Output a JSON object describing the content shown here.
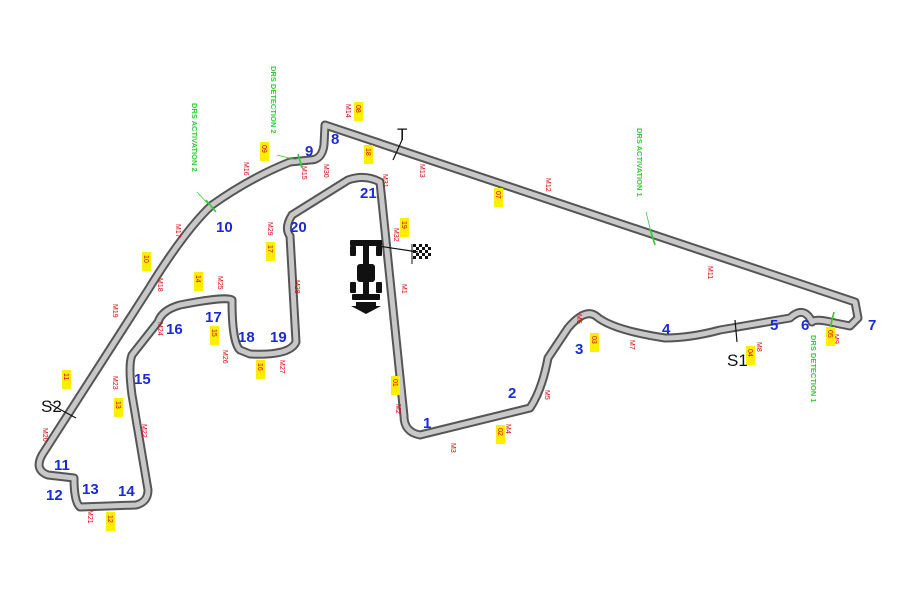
{
  "track": {
    "outer_color": "#555555",
    "inner_color": "#c8c8c8"
  },
  "colors": {
    "turn": "#1a2ad6",
    "marker": "#d40000",
    "box": "#ffee00",
    "drs": "#33cc33"
  },
  "turns": [
    "1",
    "2",
    "3",
    "4",
    "5",
    "6",
    "7",
    "8",
    "9",
    "10",
    "11",
    "12",
    "13",
    "14",
    "15",
    "16",
    "17",
    "18",
    "19",
    "20",
    "21"
  ],
  "markers": [
    "M1",
    "M2",
    "M3",
    "M4",
    "M5",
    "M6",
    "M7",
    "M8",
    "M9",
    "M11",
    "M12",
    "M13",
    "M14",
    "M15",
    "M16",
    "M17",
    "M18",
    "M19",
    "M20",
    "M21",
    "M22",
    "M23",
    "M24",
    "M25",
    "M26",
    "M27",
    "M28",
    "M29",
    "M30",
    "M31",
    "M32"
  ],
  "boxes": [
    "01",
    "02",
    "03",
    "04",
    "05",
    "07",
    "08",
    "09",
    "10",
    "11",
    "12",
    "13",
    "14",
    "15",
    "16",
    "17",
    "18",
    "19"
  ],
  "drs": {
    "activation_1": "DRS ACTIVATION 1",
    "activation_2": "DRS ACTIVATION 2",
    "detection_1": "DRS DETECTION 1",
    "detection_2": "DRS DETECTION 2"
  },
  "sectors": {
    "s1": "S1",
    "s2": "S2",
    "t": "T"
  },
  "icons": {
    "car": "car-icon",
    "flag": "checkered-flag-icon",
    "arrow": "direction-arrow-icon"
  }
}
